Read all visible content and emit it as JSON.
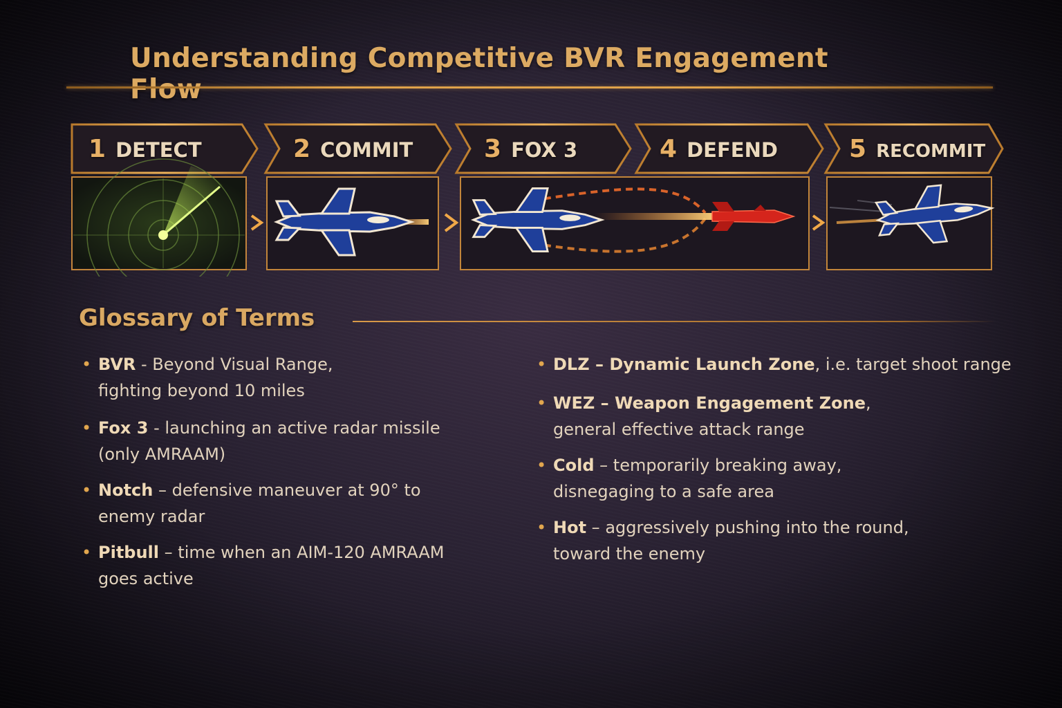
{
  "title": "Understanding Competitive BVR Engagement Flow",
  "colors": {
    "gold": "#dcaa62",
    "accent": "#e0a24a",
    "jet_blue": "#1f3f9a",
    "missile_red": "#d5251c",
    "radar_green": "#a7d85a"
  },
  "steps": [
    {
      "number": "1",
      "label": "DETECT",
      "icon": "radar-scope-icon"
    },
    {
      "number": "2",
      "label": "COMMIT",
      "icon": "fighter-jet-icon"
    },
    {
      "number": "3",
      "label": "FOX 3",
      "icon": "fighter-jet-launch-icon"
    },
    {
      "number": "4",
      "label": "DEFEND",
      "icon": "missile-icon"
    },
    {
      "number": "5",
      "label": "RECOMMIT",
      "icon": "fighter-jet-icon"
    }
  ],
  "glossary": {
    "title": "Glossary of Terms",
    "left": [
      {
        "term": "BVR",
        "sep": " - ",
        "line1": "Beyond Visual Range,",
        "line2": "fighting beyond 10 miles"
      },
      {
        "term": "Fox 3",
        "sep": " - ",
        "line1": "launching an active radar missile",
        "line2": "(only AMRAAM)"
      },
      {
        "term": "Notch",
        "sep": " – ",
        "line1": "defensive maneuver at 90° to",
        "line2": "enemy radar"
      },
      {
        "term": "Pitbull",
        "sep": " – ",
        "line1": "time when an AIM-120 AMRAAM",
        "line2": "goes active"
      }
    ],
    "right": [
      {
        "term": "DLZ",
        "sep": " – ",
        "term2": "Dynamic Launch Zone",
        "line1": ", i.e. target shoot range",
        "line2": ""
      },
      {
        "term": "WEZ",
        "sep": " – ",
        "term2": "Weapon Engagement Zone",
        "line1": ",",
        "line2": "general effective attack range"
      },
      {
        "term": "Cold",
        "sep": " – ",
        "term2": "",
        "line1": "temporarily breaking away,",
        "line2": "disnegaging to a safe area"
      },
      {
        "term": "Hot",
        "sep": " – ",
        "term2": "",
        "line1": "aggressively pushing into the round,",
        "line2": "toward the enemy"
      }
    ]
  }
}
